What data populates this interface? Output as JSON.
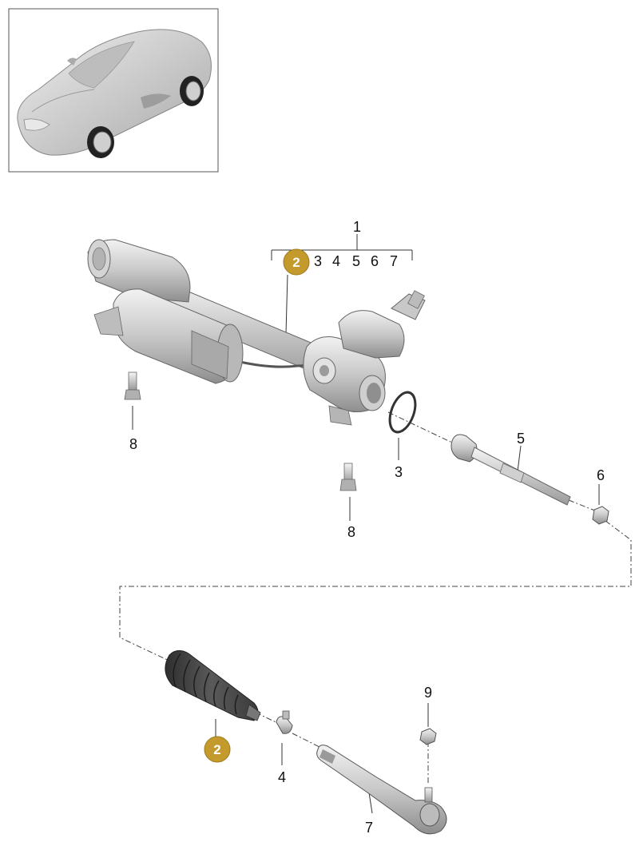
{
  "diagram": {
    "kit_badge": "2",
    "callouts": {
      "c1": "1",
      "c1_sub": [
        "3",
        "4",
        "5",
        "6",
        "7"
      ],
      "c3": "3",
      "c4": "4",
      "c5": "5",
      "c6": "6",
      "c7": "7",
      "c8a": "8",
      "c8b": "8",
      "c9": "9"
    }
  },
  "colors": {
    "part_fill": "#d9d9d9",
    "part_dark": "#8c8c8c",
    "badge": "#c49a2c",
    "line": "#333333"
  },
  "icons": {
    "vehicle_thumbnail": "car-thumbnail-icon"
  }
}
